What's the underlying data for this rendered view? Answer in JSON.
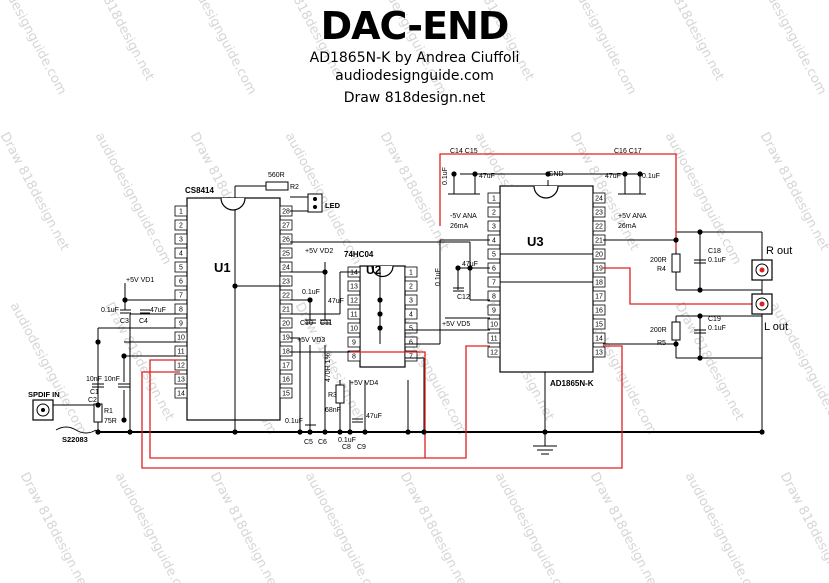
{
  "header": {
    "title": "DAC-END",
    "subtitle": "AD1865N-K by Andrea Ciuffoli",
    "website": "audiodesignguide.com",
    "credit": "Draw 818design.net"
  },
  "watermarks": [
    "audiodesignguide.com",
    "Draw 818design.net"
  ],
  "colors": {
    "wire": "#000000",
    "signal": "#e02020",
    "pin_highlight": "#f08070",
    "watermark": "#d6d6d6"
  },
  "chips": {
    "u1": {
      "ref": "U1",
      "part": "CS8414",
      "left_pins": [
        "1",
        "2",
        "3",
        "4",
        "5",
        "6",
        "7",
        "8",
        "9",
        "10",
        "11",
        "12",
        "13",
        "14"
      ],
      "right_pins": [
        "28",
        "27",
        "26",
        "25",
        "24",
        "23",
        "22",
        "21",
        "20",
        "19",
        "18",
        "17",
        "16",
        "15"
      ]
    },
    "u2": {
      "ref": "U2",
      "part": "74HC04",
      "left_pins": [
        "14",
        "13",
        "12",
        "11",
        "10",
        "9",
        "8"
      ],
      "right_pins": [
        "1",
        "2",
        "3",
        "4",
        "5",
        "6",
        "7"
      ]
    },
    "u3": {
      "ref": "U3",
      "part": "AD1865N-K",
      "left_pins": [
        "1",
        "2",
        "3",
        "4",
        "5",
        "6",
        "7",
        "8",
        "9",
        "10",
        "11",
        "12"
      ],
      "right_pins": [
        "24",
        "23",
        "22",
        "21",
        "20",
        "19",
        "18",
        "17",
        "16",
        "15",
        "14",
        "13"
      ]
    }
  },
  "labels": {
    "r2_val": "560R",
    "r2_ref": "R2",
    "led": "LED",
    "vd1": "+5V VD1",
    "vd2": "+5V VD2",
    "vd3": "+5V VD3",
    "vd4": "+5V VD4",
    "vd5": "+5V VD5",
    "c3_val": "0.1uF",
    "c4_val": "47uF",
    "c3": "C3",
    "c4": "C4",
    "c10_val": "0.1uF",
    "c11_val": "47uF",
    "c10": "C10",
    "c11": "C11",
    "c5_val": "0.1uF",
    "c5": "C5",
    "c6": "C6",
    "r3_val": "470R 1%",
    "r3": "R3",
    "c7_val": "68nF",
    "c8_val": "0.1uF",
    "c9_val": "47uF",
    "c8": "C8",
    "c9": "C9",
    "c12_val": "0.1uF",
    "c12b_val": "47uF",
    "c12": "C12",
    "c14c15": "C14 C15",
    "c16c17": "C16 C17",
    "c14_val": "0.1uF",
    "c15_val": "47uF",
    "c16_val": "47uF",
    "c17_val": "0.1uF",
    "gnd": "GND",
    "ana_neg": "-5V ANA",
    "ana_neg_i": "26mA",
    "ana_pos": "+5V ANA",
    "ana_pos_i": "26mA",
    "r4_val": "200R",
    "r4": "R4",
    "r5_val": "200R",
    "r5": "R5",
    "c18": "C18",
    "c18_val": "0.1uF",
    "c19": "C19",
    "c19_val": "0.1uF",
    "r_out": "R out",
    "l_out": "L out",
    "spdif": "SPDIF IN",
    "c1_val": "10nF",
    "c2_val": "10nF",
    "c1": "C1",
    "c2": "C2",
    "r1": "R1",
    "r1_val": "75R",
    "transformer": "S22083"
  }
}
